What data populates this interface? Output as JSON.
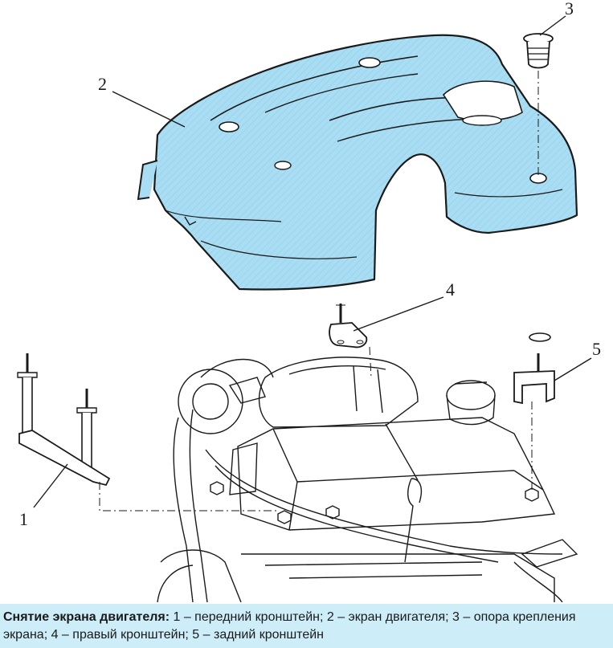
{
  "callouts": [
    {
      "number": "1",
      "target": "front-bracket"
    },
    {
      "number": "2",
      "target": "engine-cover"
    },
    {
      "number": "3",
      "target": "cover-mount-grommet"
    },
    {
      "number": "4",
      "target": "right-bracket"
    },
    {
      "number": "5",
      "target": "rear-bracket"
    }
  ],
  "caption": {
    "lead": "Снятие экрана двигателя:",
    "body": " 1 – передний кронштейн; 2 – экран двигателя; 3 – опора крепления экрана; 4 – правый кронштейн; 5 – задний кронштейн"
  },
  "colors": {
    "cover_fill": "#a9ddf3",
    "caption_bg": "#cdeef8",
    "line": "#1a1a1a"
  }
}
